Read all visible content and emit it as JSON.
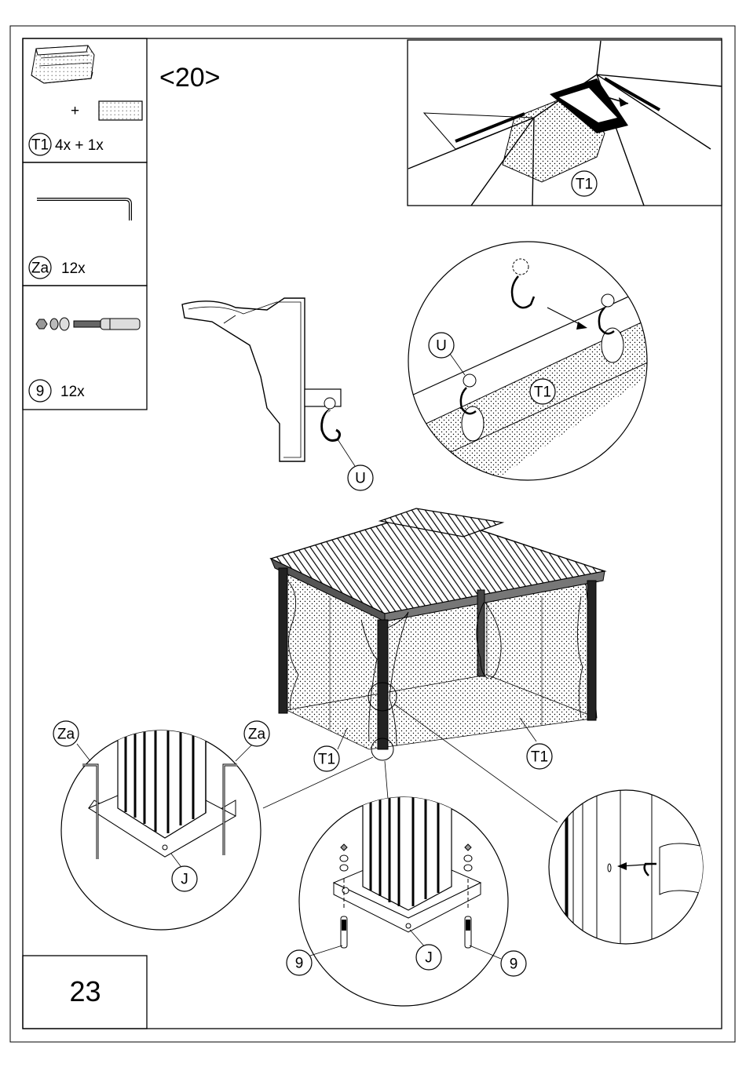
{
  "step": "<20>",
  "page_number": "23",
  "parts": [
    {
      "id": "T1",
      "qty": "4x + 1x",
      "plus": "+",
      "icon": "net-curtain-panel-icon"
    },
    {
      "id": "Za",
      "qty": "12x",
      "icon": "allen-key-icon"
    },
    {
      "id": "9",
      "qty": "12x",
      "icon": "anchor-bolt-set-icon"
    }
  ],
  "callouts": {
    "top_detail": "T1",
    "hook_ring": "U",
    "circle_u": "U",
    "circle_t1": "T1",
    "gazebo_left": "T1",
    "gazebo_right": "T1",
    "za_left": "Za",
    "za_right": "Za",
    "j_left": "J",
    "j_bottom": "J",
    "nine_left": "9",
    "nine_right": "9"
  },
  "colors": {
    "line": "#000000",
    "paper": "#ffffff"
  }
}
